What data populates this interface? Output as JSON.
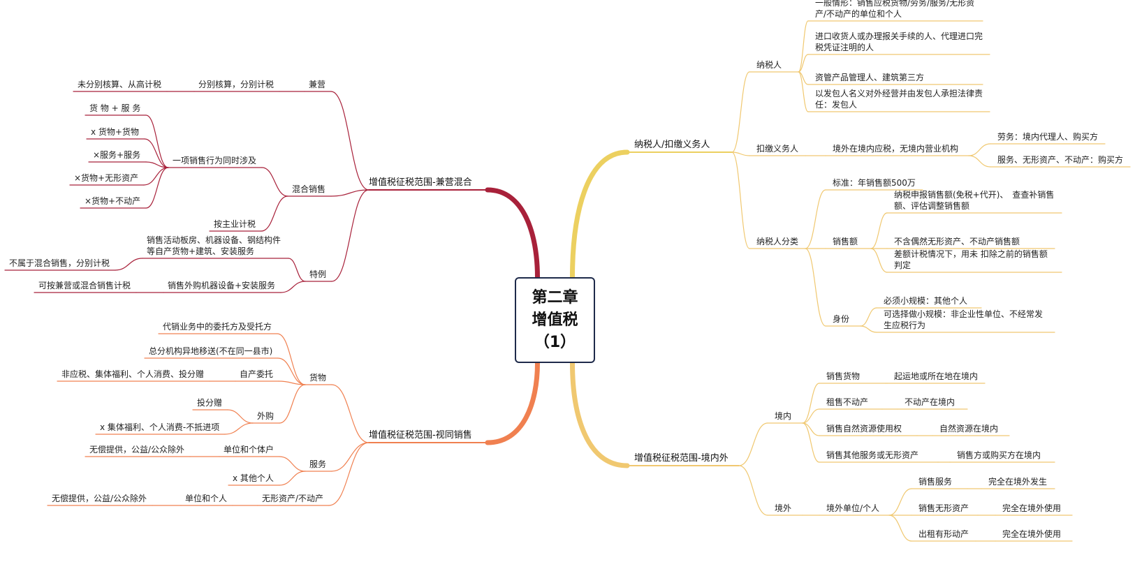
{
  "root": {
    "line1": "第二章",
    "line2": "增值税",
    "line3": "（1）"
  },
  "colors": {
    "crimson": "#a8213a",
    "yellow": "#ecd060",
    "gold": "#f0c870",
    "orange": "#f08050",
    "root_border": "#1e2a4a"
  },
  "nodes": [
    {
      "id": "b1",
      "text": "增值税征税范围-兼营混合"
    },
    {
      "id": "b1a",
      "text": "兼营"
    },
    {
      "id": "b1a1",
      "text": "分别核算，分别计税"
    },
    {
      "id": "b1a2",
      "text": "未分别核算、从高计税"
    },
    {
      "id": "b1b",
      "text": "混合销售"
    },
    {
      "id": "b1b1",
      "text": "一项销售行为同时涉及"
    },
    {
      "id": "b1b1a",
      "text": "货 物 + 服 务"
    },
    {
      "id": "b1b1b",
      "text": "x 货物+货物"
    },
    {
      "id": "b1b1c",
      "text": "×服务+服务"
    },
    {
      "id": "b1b1d",
      "text": "×货物+无形资产"
    },
    {
      "id": "b1b1e",
      "text": "×货物+不动产"
    },
    {
      "id": "b1b2",
      "text": "按主业计税"
    },
    {
      "id": "b1c",
      "text": "特例"
    },
    {
      "id": "b1c1",
      "text": "销售活动板房、机器设备、钢结构件等自产货物+建筑、安装服务"
    },
    {
      "id": "b1c1a",
      "text": "不属于混合销售，分别计税"
    },
    {
      "id": "b1c2",
      "text": "销售外购机器设备+安装服务"
    },
    {
      "id": "b1c2a",
      "text": "可按兼营或混合销售计税"
    },
    {
      "id": "b2",
      "text": "增值税征税范围-视同销售"
    },
    {
      "id": "b2a",
      "text": "货物"
    },
    {
      "id": "b2a1",
      "text": "代销业务中的委托方及受托方"
    },
    {
      "id": "b2a2",
      "text": "总分机构异地移送(不在同一县市)"
    },
    {
      "id": "b2a3",
      "text": "自产委托"
    },
    {
      "id": "b2a3a",
      "text": "非应税、集体福利、个人消费、投分赠"
    },
    {
      "id": "b2a4",
      "text": "外购"
    },
    {
      "id": "b2a4a",
      "text": "投分赠"
    },
    {
      "id": "b2a4b",
      "text": "x 集体福利、个人消费-不抵进项"
    },
    {
      "id": "b2b",
      "text": "服务"
    },
    {
      "id": "b2b1",
      "text": "单位和个体户"
    },
    {
      "id": "b2b1a",
      "text": "无偿提供，公益/公众除外"
    },
    {
      "id": "b2b2",
      "text": "x 其他个人"
    },
    {
      "id": "b2c",
      "text": "无形资产/不动产"
    },
    {
      "id": "b2c1",
      "text": "单位和个人"
    },
    {
      "id": "b2c1a",
      "text": "无偿提供，公益/公众除外"
    },
    {
      "id": "b3",
      "text": "纳税人/扣缴义务人"
    },
    {
      "id": "b3a",
      "text": "纳税人"
    },
    {
      "id": "b3a1",
      "text": "一般情形：销售应税货物/劳务/服务/无形资产/不动产的单位和个人"
    },
    {
      "id": "b3a2",
      "text": "进口收货人或办理报关手续的人、代理进口完 税凭证注明的人"
    },
    {
      "id": "b3a3",
      "text": "资管产品管理人、建筑第三方"
    },
    {
      "id": "b3a4",
      "text": "以发包人名义对外经营并由发包人承担法律责 任：发包人"
    },
    {
      "id": "b3b",
      "text": "扣缴义务人"
    },
    {
      "id": "b3b1",
      "text": "境外在境内应税，无境内营业机构"
    },
    {
      "id": "b3b1a",
      "text": "劳务：境内代理人、购买方"
    },
    {
      "id": "b3b1b",
      "text": "服务、无形资产、不动产：购买方"
    },
    {
      "id": "b3c",
      "text": "纳税人分类"
    },
    {
      "id": "b3c1",
      "text": "标准：年销售额500万"
    },
    {
      "id": "b3c2",
      "text": "销售额"
    },
    {
      "id": "b3c2a",
      "text": "纳税申报销售额(免税+代开)、　查查补销售额、评估调整销售额"
    },
    {
      "id": "b3c2b",
      "text": "不含偶然无形资产、不动产销售额"
    },
    {
      "id": "b3c2c",
      "text": "差额计税情况下，用未 扣除之前的销售额判定"
    },
    {
      "id": "b3c3",
      "text": "身份"
    },
    {
      "id": "b3c3a",
      "text": "必须小规模：其他个人"
    },
    {
      "id": "b3c3b",
      "text": "可选择做小规模：非企业性单位、不经常发生应税行为"
    },
    {
      "id": "b4",
      "text": "增值税征税范围-境内外"
    },
    {
      "id": "b4a",
      "text": "境内"
    },
    {
      "id": "b4a1",
      "text": "销售货物"
    },
    {
      "id": "b4a1a",
      "text": "起运地或所在地在境内"
    },
    {
      "id": "b4a2",
      "text": "租售不动产"
    },
    {
      "id": "b4a2a",
      "text": "不动产在境内"
    },
    {
      "id": "b4a3",
      "text": "销售自然资源使用权"
    },
    {
      "id": "b4a3a",
      "text": "自然资源在境内"
    },
    {
      "id": "b4a4",
      "text": "销售其他服务或无形资产"
    },
    {
      "id": "b4a4a",
      "text": "销售方或购买方在境内"
    },
    {
      "id": "b4b",
      "text": "境外"
    },
    {
      "id": "b4b1",
      "text": "境外单位/个人"
    },
    {
      "id": "b4b1a",
      "text": "销售服务"
    },
    {
      "id": "b4b1a1",
      "text": "完全在境外发生"
    },
    {
      "id": "b4b1b",
      "text": "销售无形资产"
    },
    {
      "id": "b4b1b1",
      "text": "完全在境外使用"
    },
    {
      "id": "b4b1c",
      "text": "出租有形动产"
    },
    {
      "id": "b4b1c1",
      "text": "完全在境外使用"
    }
  ]
}
